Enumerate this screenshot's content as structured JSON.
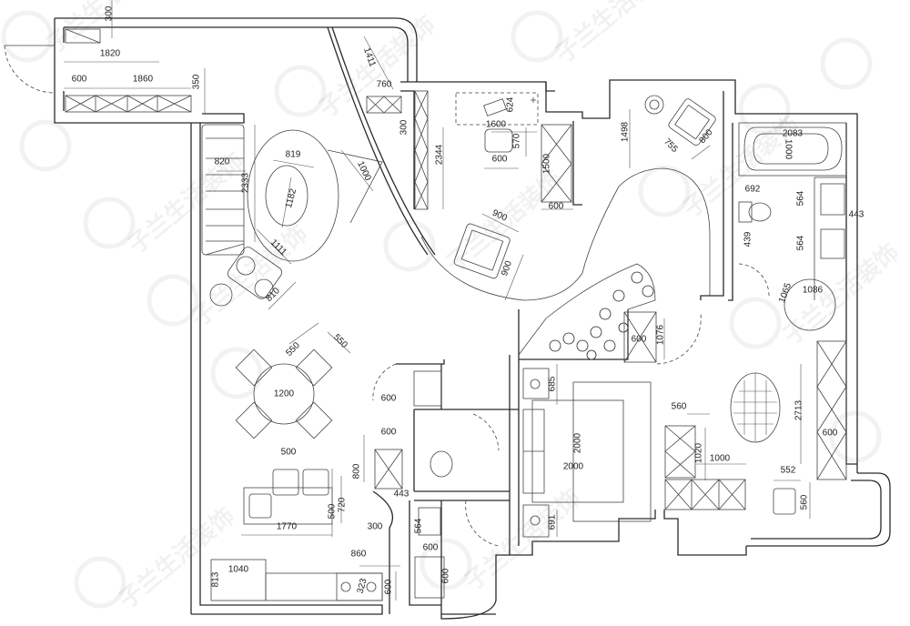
{
  "watermark": "子兰生活装饰",
  "colors": {
    "line": "#2a2a2a",
    "background": "#ffffff"
  },
  "dimensions": [
    "300",
    "1820",
    "600",
    "1860",
    "350",
    "1411",
    "760",
    "300",
    "2344",
    "624",
    "1600",
    "570",
    "600",
    "1500",
    "600",
    "1498",
    "755",
    "800",
    "2083",
    "1000",
    "692",
    "564",
    "443",
    "564",
    "439",
    "1086",
    "1065",
    "819",
    "820",
    "2333",
    "1182",
    "1000",
    "1111",
    "810",
    "900",
    "900",
    "550",
    "550",
    "1200",
    "600",
    "600",
    "800",
    "443",
    "500",
    "500",
    "720",
    "1770",
    "300",
    "860",
    "1040",
    "813",
    "600",
    "323",
    "564",
    "600",
    "600",
    "600",
    "1076",
    "685",
    "2000",
    "2000",
    "560",
    "1020",
    "1000",
    "2713",
    "600",
    "552",
    "560",
    "691"
  ]
}
